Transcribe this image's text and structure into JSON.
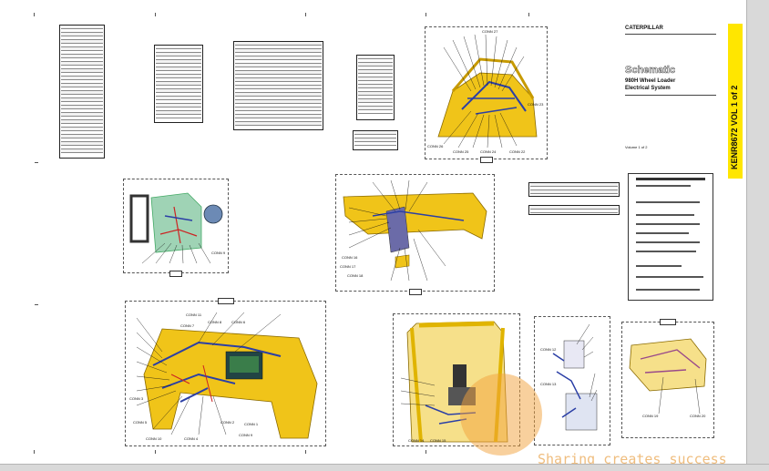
{
  "title_block": {
    "brand": "CATERPILLAR",
    "document_title": "Schematic",
    "machine": "980H Wheel Loader",
    "system": "Electrical System",
    "volume": "KENR8672 VOL 1 of 2",
    "footer_note": "Volume 1 of 2"
  },
  "panels": {
    "top_cab_view": {
      "callouts_left": "CONN 24",
      "callouts_mid": "CONN 25",
      "callouts_right": "CONN 23",
      "conn_26": "CONN 26",
      "conn_27": "CONN 27",
      "conn_22": "CONN 22"
    },
    "engine_view": {
      "conn": "CONN 9"
    },
    "roof_view": {
      "conn_left": "CONN 16",
      "conn_a": "CONN 17",
      "conn_b": "CONN 18"
    },
    "frame_view": {
      "conn_11": "CONN 11",
      "conn_8": "CONN 8",
      "conn_6": "CONN 6",
      "conn_7": "CONN 7",
      "conn_2": "CONN 2",
      "conn_5": "CONN 5",
      "conn_1": "CONN 1",
      "conn_3": "CONN 3",
      "conn_4": "CONN 4",
      "conn_10": "CONN 10",
      "conn_9": "CONN 9"
    },
    "cab_view": {
      "conn_14": "CONN 14",
      "conn_15": "CONN 15"
    },
    "module_view": {
      "conn_12": "CONN 12",
      "conn_13": "CONN 13"
    },
    "canopy_view": {
      "conn_19": "CONN 19",
      "conn_20": "CONN 20"
    }
  },
  "watermark": {
    "tagline": "Sharing creates success"
  },
  "colors": {
    "machine_yellow": "#f0c419",
    "harness_blue": "#2b3fa6",
    "volume_bar": "#ffe600",
    "watermark_orange": "#f2a23c"
  }
}
